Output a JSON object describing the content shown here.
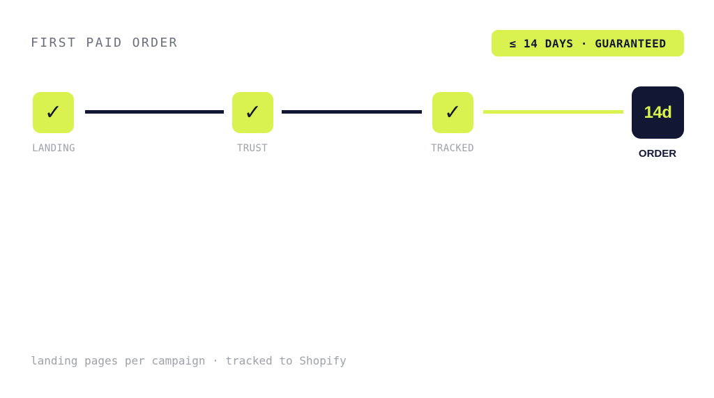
{
  "header": {
    "title": "FIRST PAID ORDER",
    "badge": "≤ 14 DAYS · GUARANTEED"
  },
  "steps": [
    {
      "label": "LANDING",
      "status": "complete",
      "mark": "✓"
    },
    {
      "label": "TRUST",
      "status": "complete",
      "mark": "✓"
    },
    {
      "label": "TRACKED",
      "status": "complete",
      "mark": "✓"
    },
    {
      "label": "ORDER",
      "status": "target",
      "mark": "14d"
    }
  ],
  "connectors": [
    "complete",
    "complete",
    "pending"
  ],
  "footer": {
    "text": "landing pages per campaign · tracked to Shopify"
  },
  "colors": {
    "accent": "#d9f24f",
    "navy": "#121833",
    "muted": "#9ea1ab",
    "title": "#6b6f7a"
  }
}
